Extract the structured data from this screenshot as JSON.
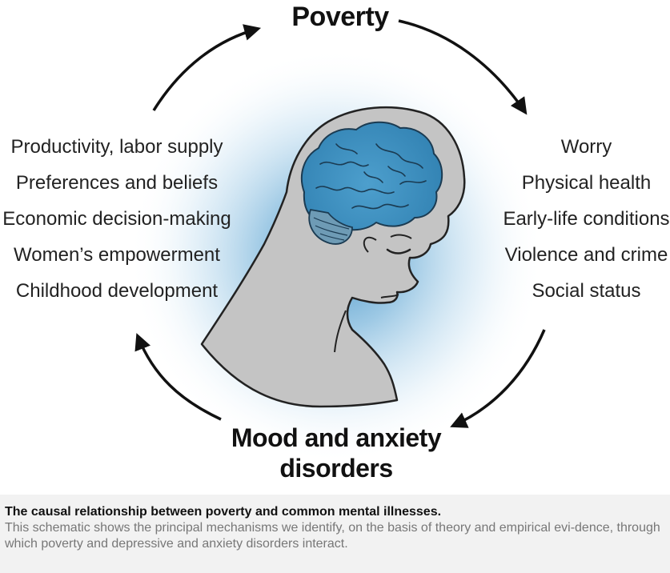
{
  "nodes": {
    "top": "Poverty",
    "bottom_line1": "Mood and anxiety",
    "bottom_line2": "disorders"
  },
  "left_mechanisms": [
    "Productivity, labor supply",
    "Preferences and beliefs",
    "Economic decision-making",
    "Women’s empowerment",
    "Childhood development"
  ],
  "right_mechanisms": [
    "Worry",
    "Physical health",
    "Early-life conditions",
    "Violence and crime",
    "Social status"
  ],
  "caption": {
    "title": "The causal relationship between poverty and common mental illnesses.",
    "body": "This schematic shows the principal mechanisms we identify, on the basis of theory and empirical evi-dence, through which poverty and depressive and anxiety disorders interact."
  },
  "colors": {
    "glow": "#6aaed6",
    "brain": "#3a8fbf",
    "head": "#c4c4c4",
    "arrows": "#111111"
  },
  "icons": [
    "head-silhouette-icon",
    "brain-icon",
    "cycle-arrow-icon"
  ]
}
